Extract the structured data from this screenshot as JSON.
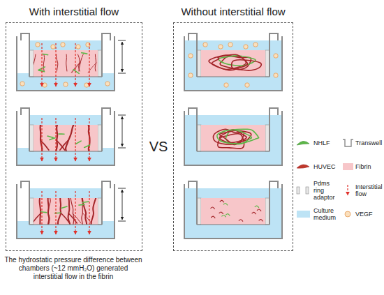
{
  "diagram": {
    "nodes": [
      {
        "text": [
          "With interstitial flow"
        ]
      },
      {
        "text": [
          "Without interstitial flow"
        ]
      }
    ],
    "labels": [
      "VS",
      "The hydrostatic pressure difference between chambers (~12 mmH₂O) generated interstitial flow in the fibrin"
    ],
    "legend": [
      {
        "text": "NHLF"
      },
      {
        "text": "Transwell"
      },
      {
        "text": "HUVEC"
      },
      {
        "text": "Fibrin",
        "color": "#f7c6c9"
      },
      {
        "text": "Pdms ring adaptor"
      },
      {
        "text": "Interstitial flow"
      },
      {
        "text": "Culture medium",
        "color": "#bde3f5"
      },
      {
        "text": "VEGF"
      }
    ]
  }
}
